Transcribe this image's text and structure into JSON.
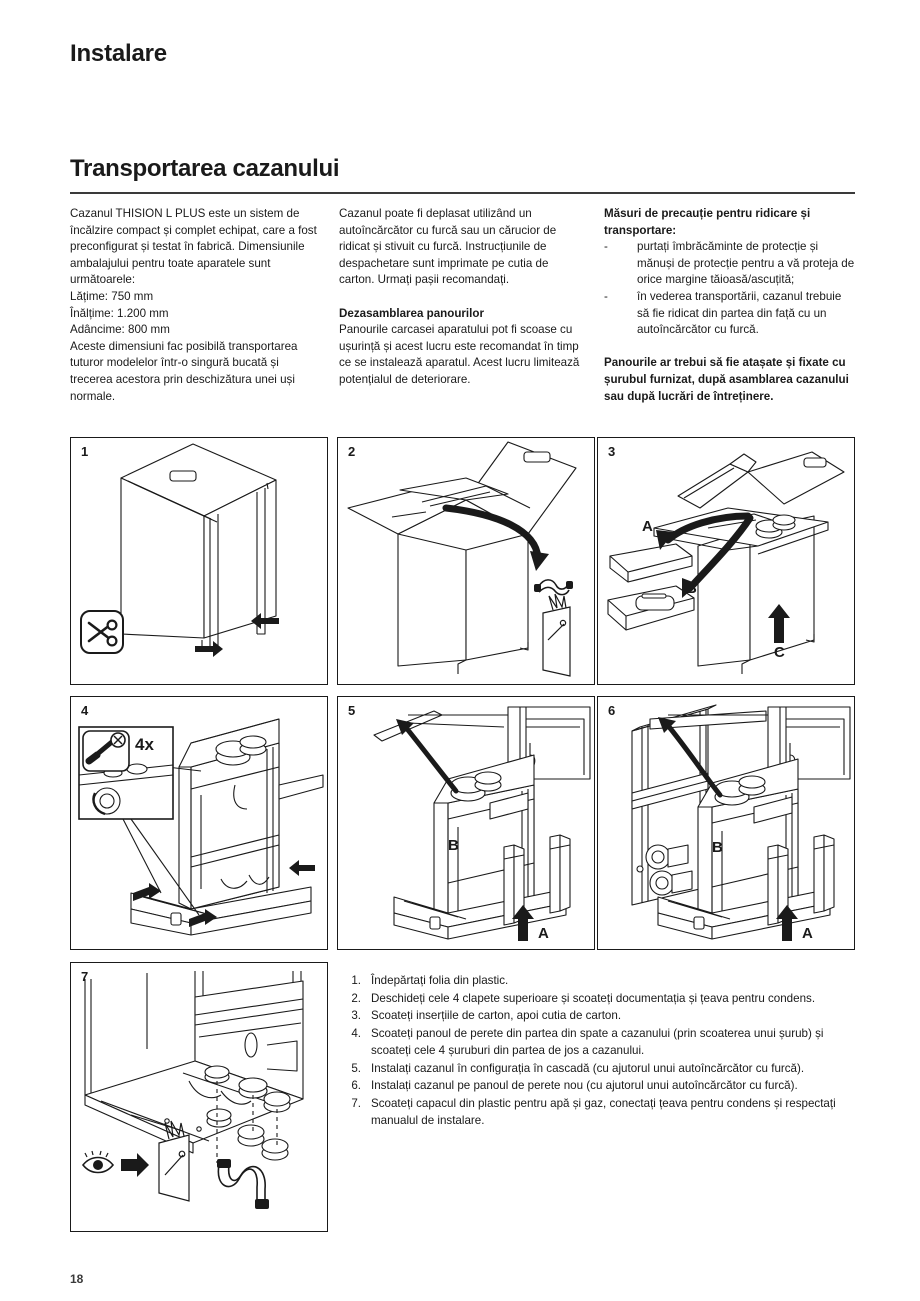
{
  "header": {
    "chapter": "Instalare",
    "section": "Transportarea cazanului"
  },
  "columns": {
    "col1": {
      "paragraph1": "Cazanul THISION L PLUS este un sistem de încălzire compact și complet echipat, care a fost preconfigurat și testat în fabrică. Dimensiunile ambalajului pentru toate aparatele sunt următoarele:",
      "dim_width": "Lățime: 750 mm",
      "dim_height": "Înălțime: 1.200 mm",
      "dim_depth": "Adâncime: 800 mm",
      "paragraph2": "Aceste dimensiuni fac posibilă transportarea tuturor modelelor într-o singură bucată și trecerea acestora prin deschizătura unei uși normale."
    },
    "col2": {
      "paragraph1": "Cazanul poate fi deplasat utilizând un autoîncărcător cu furcă sau un cărucior de ridicat și stivuit cu furcă. Instrucțiunile de despachetare sunt imprimate pe cutia de carton. Urmați pașii recomandați.",
      "subheading": "Dezasamblarea panourilor",
      "paragraph2": "Panourile carcasei aparatului pot fi scoase cu ușurință și acest lucru este recomandat în timp ce se instalează aparatul. Acest lucru limitează potențialul de deteriorare."
    },
    "col3": {
      "heading": "Măsuri de precauție pentru ridicare și transportare:",
      "bullets": [
        "purtați îmbrăcăminte de protecție și mănuși de protecție pentru a vă proteja de orice margine tăioasă/ascuțită;",
        "în vederea transportării, cazanul trebuie să fie ridicat din partea din față cu un autoîncărcător cu furcă."
      ],
      "bullet_marker": "-",
      "note": "Panourile ar trebui să fie atașate și fixate cu șurubul furnizat, după asamblarea cazanului sau după lucrări de întreținere."
    }
  },
  "figures": [
    {
      "number": "1",
      "caption_labels": [],
      "icons": [
        "scissors-icon"
      ]
    },
    {
      "number": "2",
      "caption_labels": [],
      "icons": [
        "condensate-pipe-icon",
        "manual-booklet-icon"
      ]
    },
    {
      "number": "3",
      "caption_labels": [
        "A",
        "B",
        "C"
      ],
      "icons": []
    },
    {
      "number": "4",
      "caption_labels": [],
      "icons": [
        "screwdriver-icon"
      ],
      "multiplier": "4x"
    },
    {
      "number": "5",
      "caption_labels": [
        "A",
        "B"
      ],
      "icons": []
    },
    {
      "number": "6",
      "caption_labels": [
        "A",
        "B"
      ],
      "icons": []
    },
    {
      "number": "7",
      "caption_labels": [],
      "icons": [
        "eye-icon",
        "arrow-right-icon",
        "manual-booklet-icon"
      ]
    }
  ],
  "steps": [
    {
      "number": "1.",
      "text": "Îndepărtați folia din plastic."
    },
    {
      "number": "2.",
      "text": "Deschideți cele 4 clapete superioare și scoateți documentația și țeava pentru condens."
    },
    {
      "number": "3.",
      "text": "Scoateți inserțiile de carton, apoi cutia de carton."
    },
    {
      "number": "4.",
      "text": "Scoateți panoul de perete din partea din spate a cazanului (prin scoaterea unui șurub) și scoateți cele 4 șuruburi din partea de jos a cazanului."
    },
    {
      "number": "5.",
      "text": "Instalați cazanul în configurația în cascadă (cu ajutorul unui autoîncărcător cu furcă)."
    },
    {
      "number": "6.",
      "text": "Instalați cazanul pe panoul de perete nou (cu ajutorul unui autoîncărcător cu furcă)."
    },
    {
      "number": "7.",
      "text": "Scoateți capacul din plastic pentru apă și gaz, conectați țeava pentru condens și respectați manualul de instalare."
    }
  ],
  "footer": {
    "page_number": "18"
  },
  "colors": {
    "ink": "#1a1a1a",
    "rule": "#3a3a3a",
    "background": "#ffffff"
  }
}
